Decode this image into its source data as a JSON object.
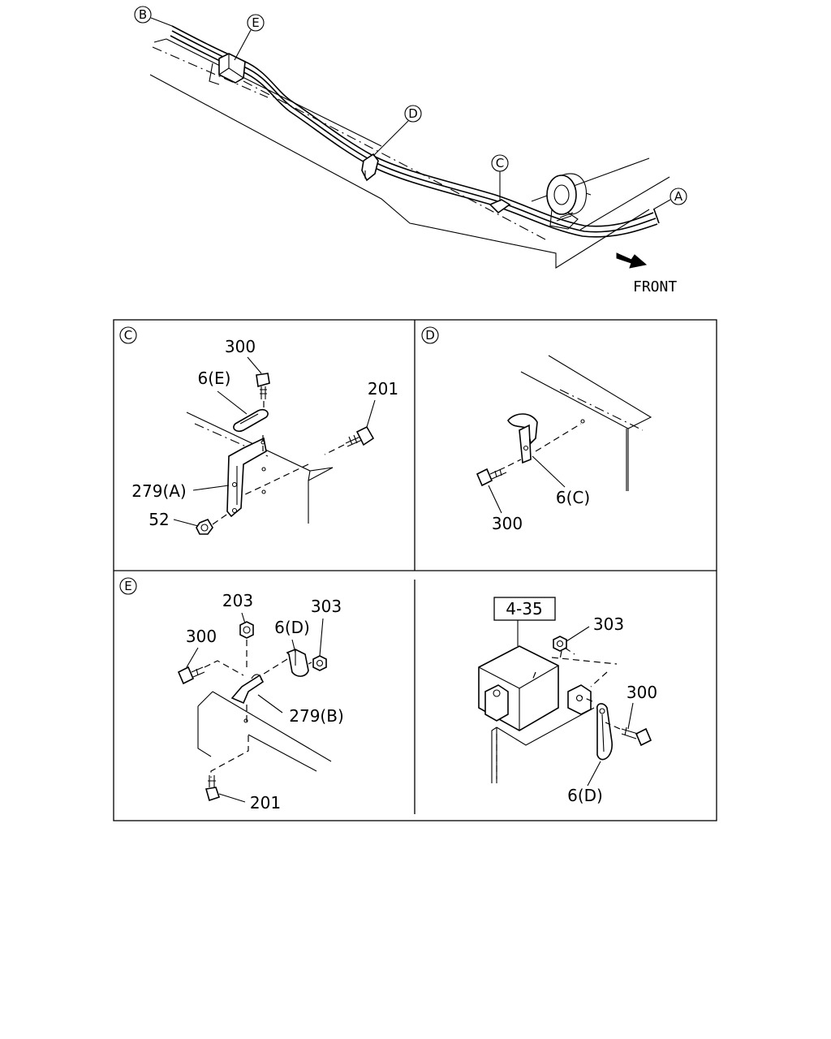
{
  "overview": {
    "callouts": {
      "A": "A",
      "B": "B",
      "C": "C",
      "D": "D",
      "E": "E"
    },
    "front_label": "FRONT"
  },
  "panels": {
    "c": {
      "title": "C",
      "labels": {
        "p300": "300",
        "p6e": "6(E)",
        "p201": "201",
        "p279a": "279(A)",
        "p52": "52"
      }
    },
    "d": {
      "title": "D",
      "labels": {
        "p6c": "6(C)",
        "p300": "300"
      }
    },
    "e": {
      "title": "E",
      "labels": {
        "p203": "203",
        "p303": "303",
        "p300": "300",
        "p6d": "6(D)",
        "p279b": "279(B)",
        "p201": "201"
      }
    },
    "f": {
      "ref_box": "4-35",
      "labels": {
        "p303": "303",
        "p300": "300",
        "p6d": "6(D)"
      }
    }
  }
}
